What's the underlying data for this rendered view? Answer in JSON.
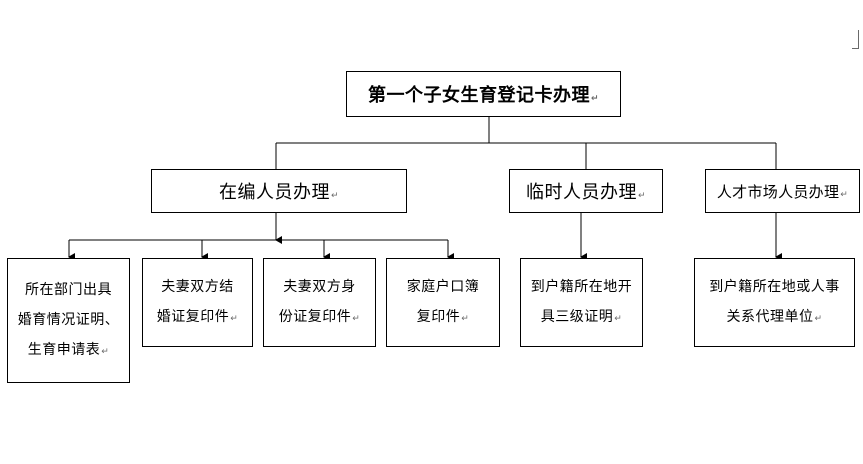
{
  "diagram": {
    "root": {
      "label": "第一个子女生育登记卡办理"
    },
    "branches": [
      {
        "label": "在编人员办理"
      },
      {
        "label": "临时人员办理"
      },
      {
        "label": "人才市场人员办理"
      }
    ],
    "leaves": [
      {
        "lines": [
          "所在部门出具",
          "婚育情况证明、",
          "生育申请表"
        ]
      },
      {
        "lines": [
          "夫妻双方结",
          "婚证复印件"
        ]
      },
      {
        "lines": [
          "夫妻双方身",
          "份证复印件"
        ]
      },
      {
        "lines": [
          "家庭户口簿",
          "复印件"
        ]
      },
      {
        "lines": [
          "到户籍所在地开",
          "具三级证明"
        ]
      },
      {
        "lines": [
          "到户籍所在地或人事",
          "关系代理单位"
        ]
      }
    ],
    "paragraph_mark": "↵"
  },
  "colors": {
    "line": "#000000",
    "box_border": "#000000",
    "background": "#ffffff",
    "mark": "#6a6a6a"
  }
}
